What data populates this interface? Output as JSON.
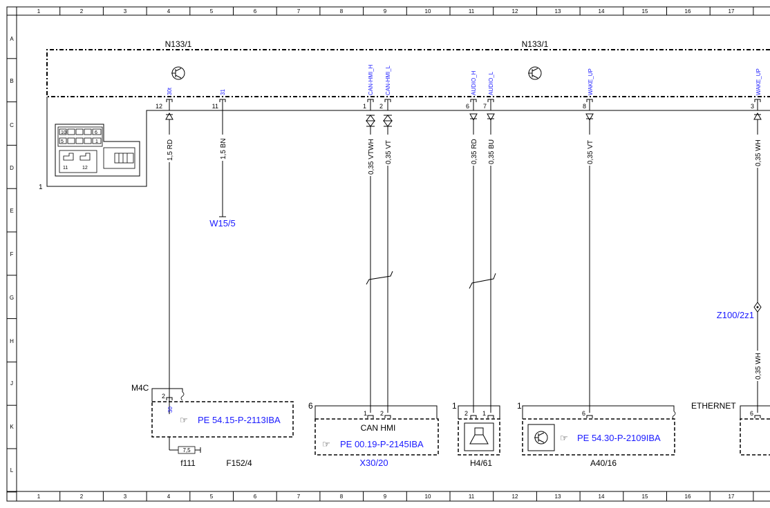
{
  "ruler": {
    "columns": [
      "1",
      "2",
      "3",
      "4",
      "5",
      "6",
      "7",
      "8",
      "9",
      "10",
      "11",
      "12",
      "13",
      "14",
      "15",
      "16",
      "17"
    ],
    "rows": [
      "A",
      "B",
      "C",
      "D",
      "E",
      "F",
      "G",
      "H",
      "J",
      "K",
      "L"
    ]
  },
  "components": {
    "n133_left": "N133/1",
    "n133_right": "N133/1",
    "w15": "W15/5",
    "z100": "Z100/2z1",
    "m4c": "M4C",
    "f111": "f111",
    "f152": "F152/4",
    "fuse_value": "7,5",
    "x30": "X30/20",
    "h4": "H4/61",
    "a40": "A40/16",
    "ethernet": "ETHERNET",
    "can_hmi": "CAN HMI",
    "connector_num": "1"
  },
  "signals": {
    "s30t": "30t",
    "s31": "31",
    "can_h": "CAN-HMI_H",
    "can_l": "CAN-HMI_L",
    "audio_h": "AUDIO_H",
    "audio_l": "AUDIO_L",
    "wake1": "WAKE_UP",
    "wake2": "WAKE_UP",
    "s30_lower": "30"
  },
  "pins": {
    "p12": "12",
    "p11": "11",
    "p1": "1",
    "p2": "2",
    "p6": "6",
    "p7": "7",
    "p8": "8",
    "p3": "3",
    "m4c_2": "2",
    "x30_6": "6",
    "x30_1": "1",
    "x30_2": "2",
    "h4_1": "1",
    "h4_2": "2",
    "h4_1b": "1",
    "a40_1": "1",
    "a40_6": "6",
    "eth_6": "6",
    "conn_10": "10",
    "conn_6": "6",
    "conn_5": "5",
    "conn_1": "1",
    "conn_11": "11",
    "conn_12": "12"
  },
  "wires": {
    "w1": "1,5 RD",
    "w2": "1,5 BN",
    "w3": "0,35 VTWH",
    "w4": "0,35 VT",
    "w5": "0,35 RD",
    "w6": "0,35 BU",
    "w7": "0,35 VT",
    "w8": "0,35 WH",
    "w9": "0,35 WH"
  },
  "references": {
    "pe1": "PE 54.15-P-2113IBA",
    "pe2": "PE 00.19-P-2145IBA",
    "pe3": "PE 54.30-P-2109IBA"
  }
}
